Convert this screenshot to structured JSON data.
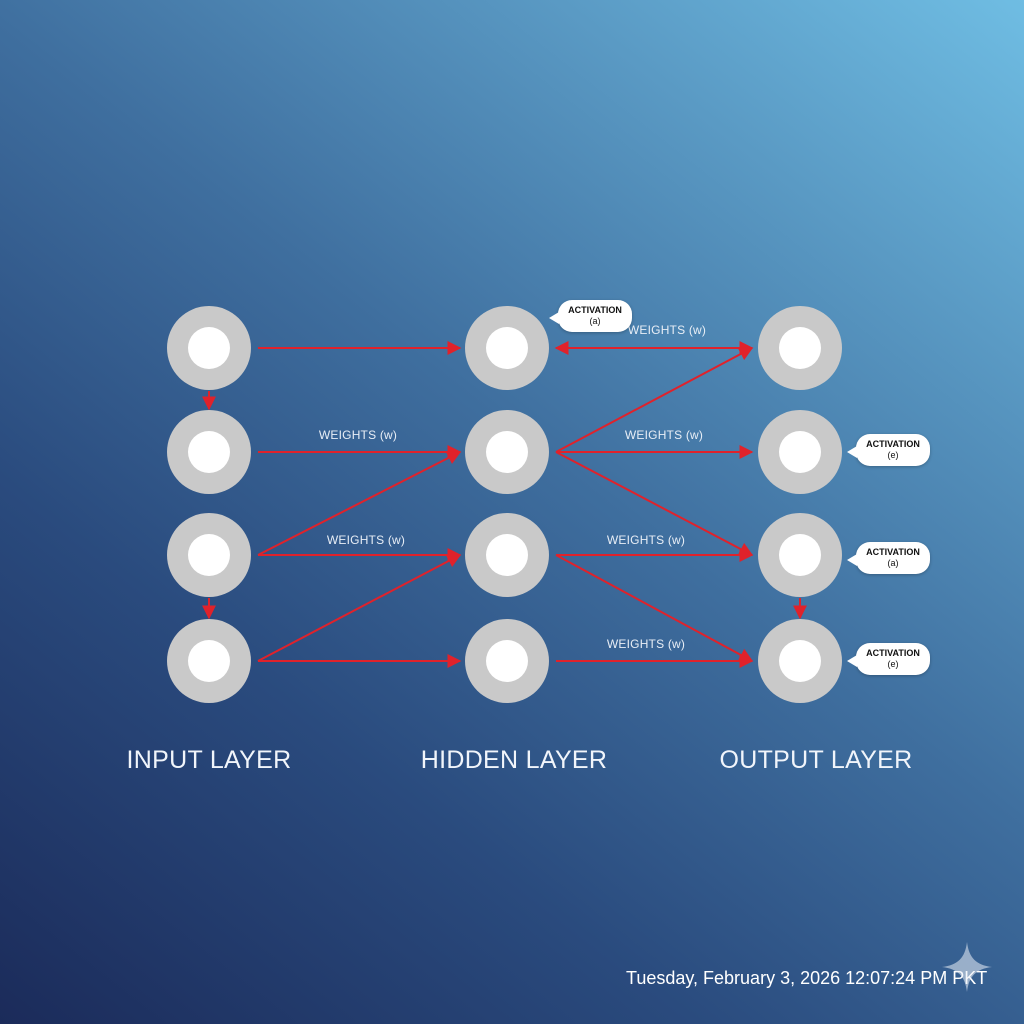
{
  "diagram": {
    "layers": [
      {
        "label": "INPUT LAYER",
        "node_count": 4
      },
      {
        "label": "HIDDEN LAYER",
        "node_count": 4
      },
      {
        "label": "OUTPUT LAYER",
        "node_count": 4
      }
    ],
    "weight_labels": [
      "WEIGHTS (w)",
      "WEIGHTS (w)",
      "WEIGHTS (w)",
      "WEIGHTS (w)",
      "WEIGHTS (w)",
      "WEIGHTS (w)"
    ],
    "callouts": [
      {
        "title": "ACTIVATION",
        "symbol": "(a)"
      },
      {
        "title": "ACTIVATION",
        "symbol": "(e)"
      },
      {
        "title": "ACTIVATION",
        "symbol": "(a)"
      },
      {
        "title": "ACTIVATION",
        "symbol": "(e)"
      }
    ],
    "connection_color": "#e0222b",
    "node_ring_color": "#c9c9c9",
    "node_core_color": "#ffffff"
  },
  "footer": {
    "timestamp": "Tuesday, February 3, 2026 12:07:24 PM PKT",
    "watermark_icon": "sparkle-icon"
  }
}
